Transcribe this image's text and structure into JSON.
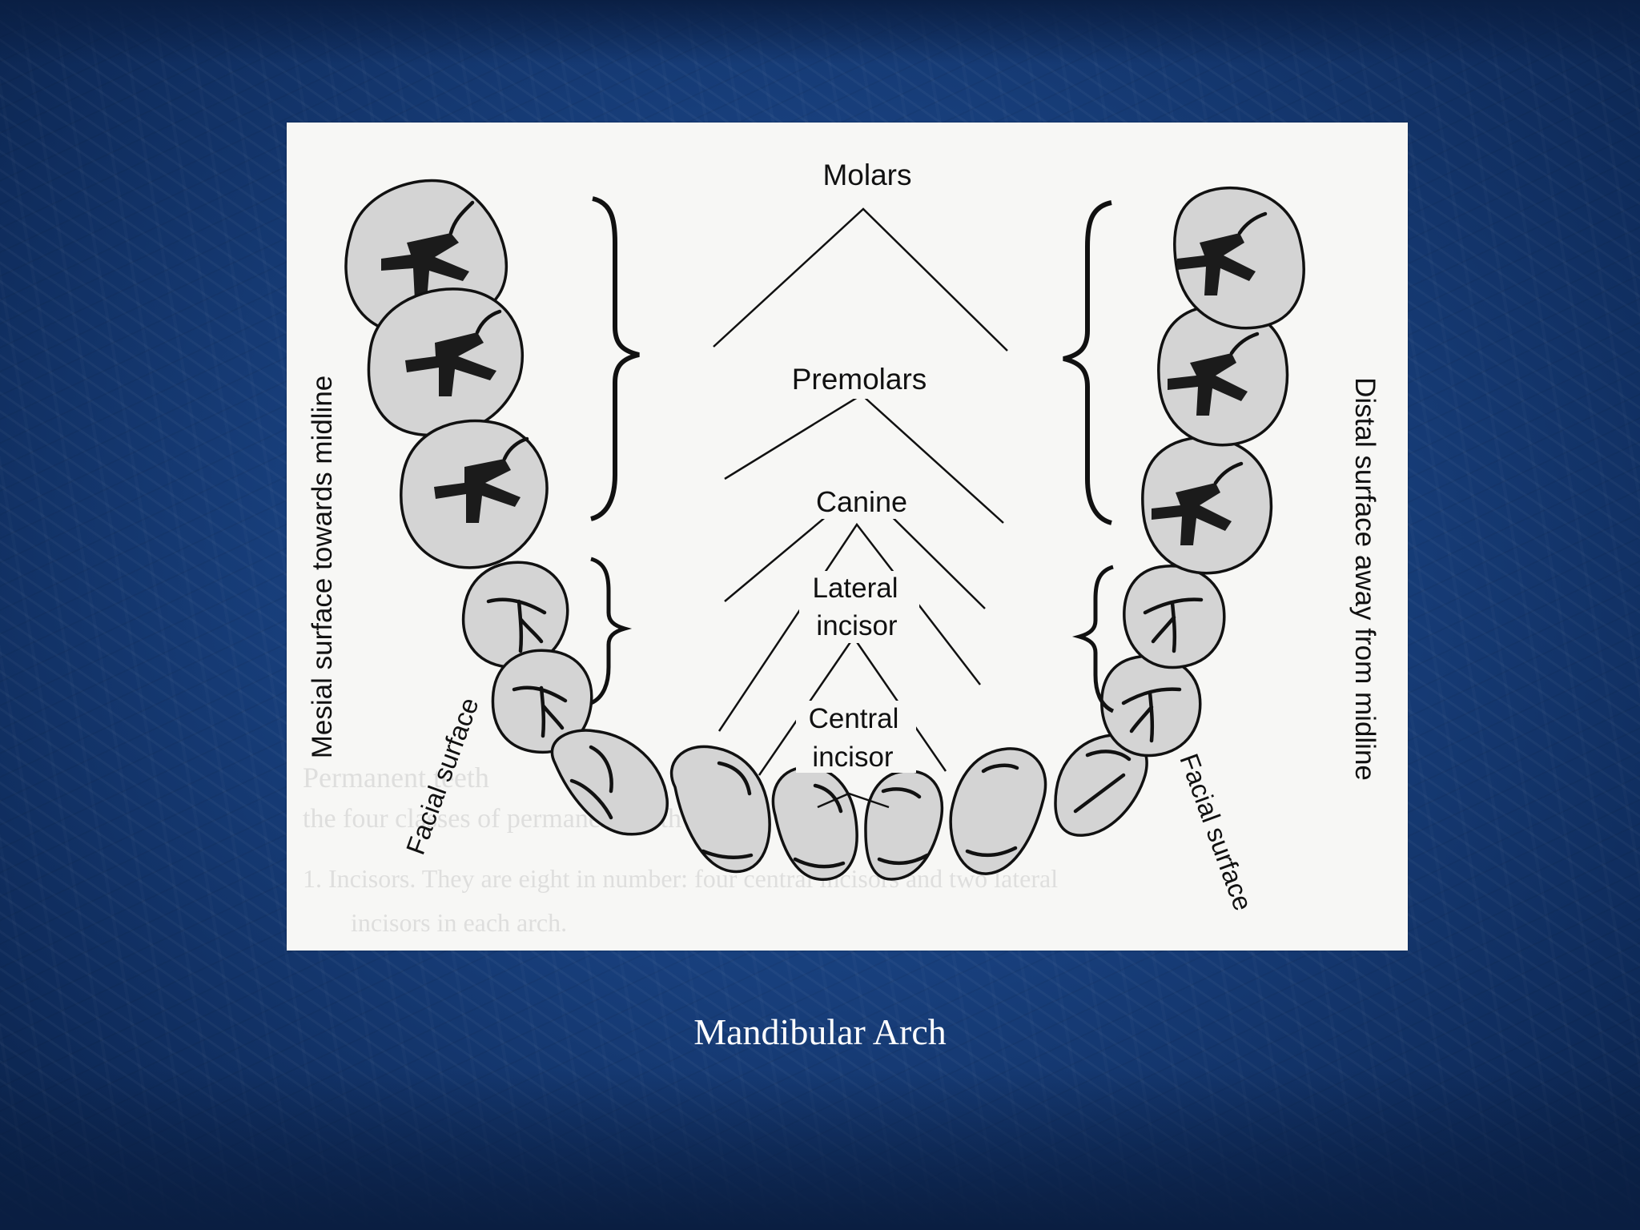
{
  "slide": {
    "caption": "Mandibular Arch"
  },
  "figure": {
    "labels": {
      "molars": "Molars",
      "premolars": "Premolars",
      "canine": "Canine",
      "lateral_line1": "Lateral",
      "lateral_line2": "incisor",
      "central_line1": "Central",
      "central_line2": "incisor",
      "mesial": "Mesial surface towards midline",
      "distal": "Distal surface away from midline",
      "facial_left": "Facial surface",
      "facial_right": "Facial surface"
    },
    "bleed_through": [
      "Permanent teeth",
      "the four classes of permanent teeth",
      "1. Incisors. They are eight in number: four central incisors and two lateral",
      "incisors in each arch."
    ]
  }
}
